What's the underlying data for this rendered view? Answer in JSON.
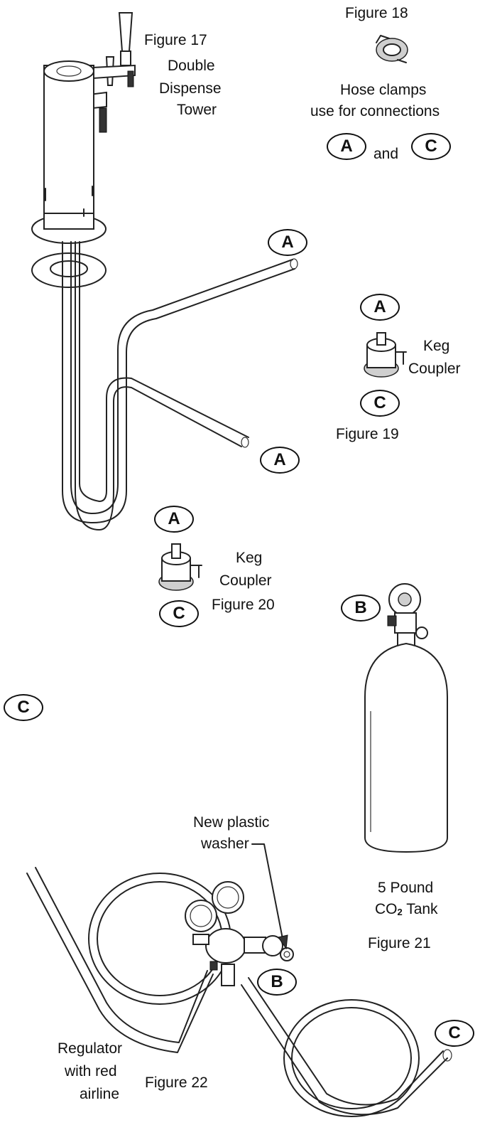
{
  "figures": {
    "fig17": {
      "caption": "Figure 17",
      "title_line1": "Double",
      "title_line2": "Dispense",
      "title_line3": "Tower"
    },
    "fig18": {
      "caption": "Figure 18",
      "desc_line1": "Hose clamps",
      "desc_line2": "use for connections",
      "joiner": "and"
    },
    "fig19": {
      "caption": "Figure 19",
      "label_line1": "Keg",
      "label_line2": "Coupler"
    },
    "fig20": {
      "caption": "Figure 20",
      "label_line1": "Keg",
      "label_line2": "Coupler"
    },
    "fig21": {
      "caption": "Figure 21",
      "label_line1": "5 Pound",
      "label_line2_main": "CO",
      "label_line2_sub": "2",
      "label_line2_rest": " Tank"
    },
    "fig22": {
      "caption": "Figure 22",
      "label_line1": "Regulator",
      "label_line2": "with red",
      "label_line3": "airline",
      "washer_line1": "New plastic",
      "washer_line2": "washer"
    }
  },
  "callouts": {
    "fig18_a": "A",
    "fig18_c": "C",
    "line_a_top": "A",
    "line_a_mid": "A",
    "fig19_a": "A",
    "fig19_c": "C",
    "fig20_a": "A",
    "fig20_c": "C",
    "tank_b": "B",
    "reg_b": "B",
    "hose_c_left": "C",
    "hose_c_right": "C"
  },
  "colors": {
    "line": "#222222",
    "background": "#ffffff",
    "metal_shade": "#cfcfcf"
  },
  "icons": [
    "beer-tower-drawing",
    "hose-clamp-icon",
    "keg-coupler-drawing",
    "co2-tank-drawing",
    "regulator-drawing",
    "airline-hose-drawing"
  ]
}
